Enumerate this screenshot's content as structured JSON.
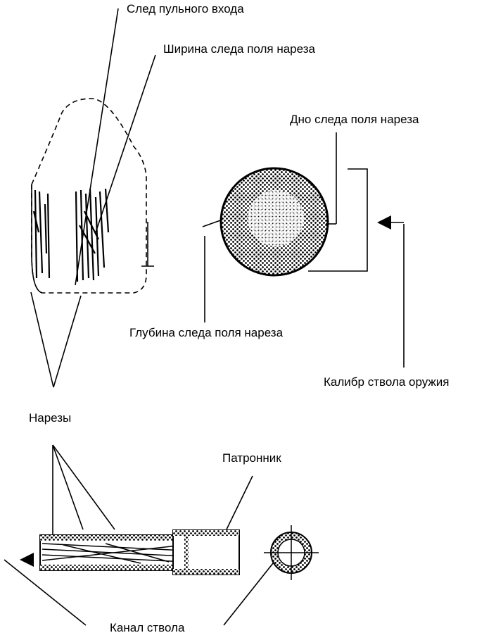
{
  "labels": {
    "bullet_entry_trace": "След пульного входа",
    "land_trace_width": "Ширина следа поля нареза",
    "land_trace_bottom": "Дно следа поля нареза",
    "land_trace_depth": "Глубина следа поля нареза",
    "barrel_caliber": "Калибр ствола оружия",
    "rifling": "Нарезы",
    "chamber": "Патронник",
    "bore": "Канал ствола"
  },
  "colors": {
    "ink": "#000000",
    "background": "#ffffff"
  }
}
